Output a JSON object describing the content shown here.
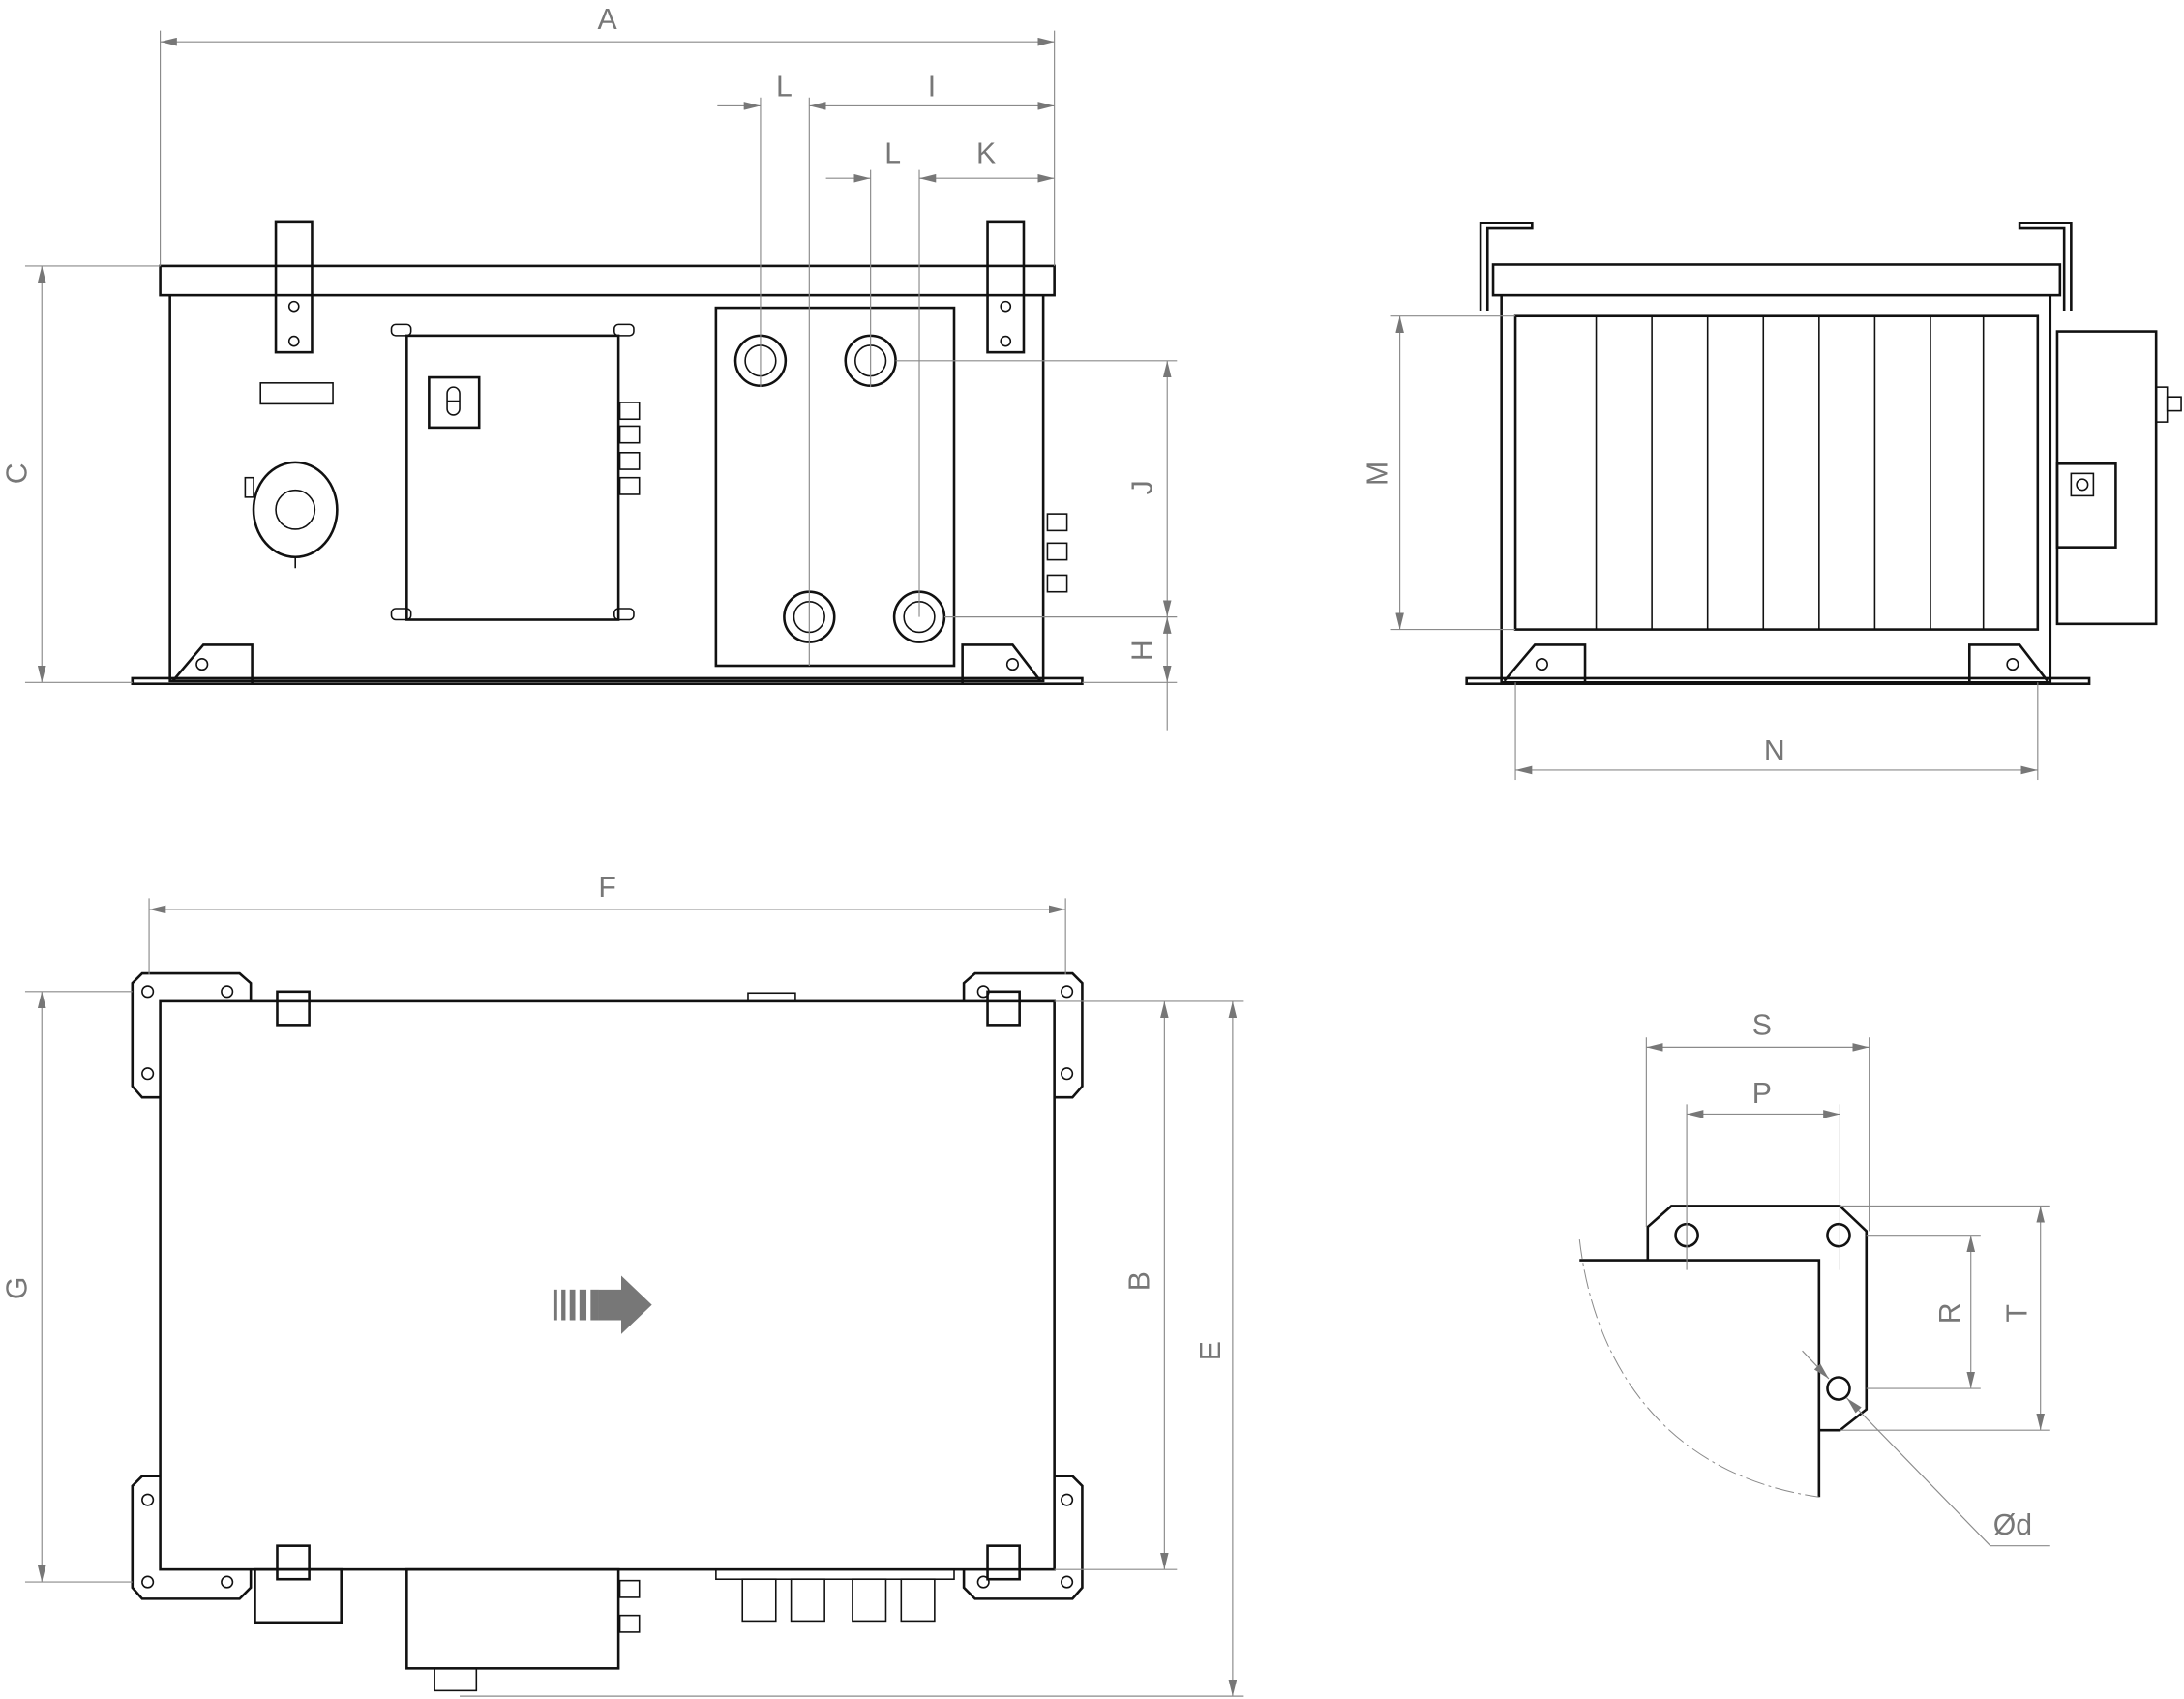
{
  "views": {
    "front": {
      "dims": {
        "A": "A",
        "L1": "L",
        "I": "I",
        "L2": "L",
        "K": "K",
        "C": "C",
        "J": "J",
        "H": "H"
      }
    },
    "side": {
      "dims": {
        "M": "M",
        "N": "N"
      }
    },
    "top": {
      "dims": {
        "F": "F",
        "G": "G",
        "B": "B",
        "E": "E"
      }
    },
    "foot_detail": {
      "dims": {
        "S": "S",
        "P": "P",
        "R": "R",
        "T": "T",
        "d": "Ød"
      }
    }
  }
}
